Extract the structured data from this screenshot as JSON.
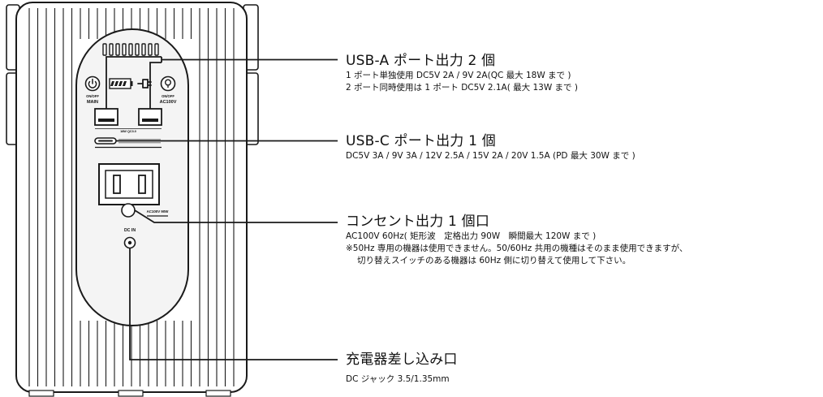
{
  "device": {
    "panel_labels": {
      "main_switch_top": "ON/OFF",
      "main_switch_bottom": "MAIN",
      "ac_switch_top": "ON/OFF",
      "ac_switch_bottom": "AC100V",
      "usb_a_label": "18W QC3.0",
      "ac_outlet_label": "AC100V 90W",
      "dc_in_label": "DC IN"
    },
    "icons": [
      "power-icon",
      "battery-level-icon",
      "plug-icon",
      "bulb-icon"
    ]
  },
  "callouts": [
    {
      "id": "usb-a",
      "heading": "USB-A ポート出力 2 個",
      "lines": [
        "1 ポート単独使用 DC5V 2A / 9V 2A(QC 最大 18W まで )",
        "2 ポート同時使用は 1 ポート DC5V 2.1A( 最大 13W まで )"
      ]
    },
    {
      "id": "usb-c",
      "heading": "USB-C ポート出力 1 個",
      "lines": [
        "DC5V 3A / 9V 3A  / 12V 2.5A  / 15V 2A  / 20V 1.5A  (PD 最大 30W まで )"
      ]
    },
    {
      "id": "ac-outlet",
      "heading": "コンセント出力 1 個口",
      "lines": [
        "AC100V 60Hz( 矩形波　定格出力 90W　瞬間最大 120W まで )",
        "※50Hz 専用の機器は使用できません。50/60Hz 共用の機種はそのまま使用できますが、",
        "切り替えスイッチのある機器は 60Hz 側に切り替えて使用して下さい。"
      ]
    },
    {
      "id": "dc-in",
      "heading": "充電器差し込み口",
      "lines": [
        "DC ジャック 3.5/1.35mm"
      ]
    }
  ],
  "colors": {
    "outline": "#1a1a1a",
    "body_fill": "#ffffff",
    "panel_fill": "#f4f4f4",
    "text": "#111111"
  }
}
